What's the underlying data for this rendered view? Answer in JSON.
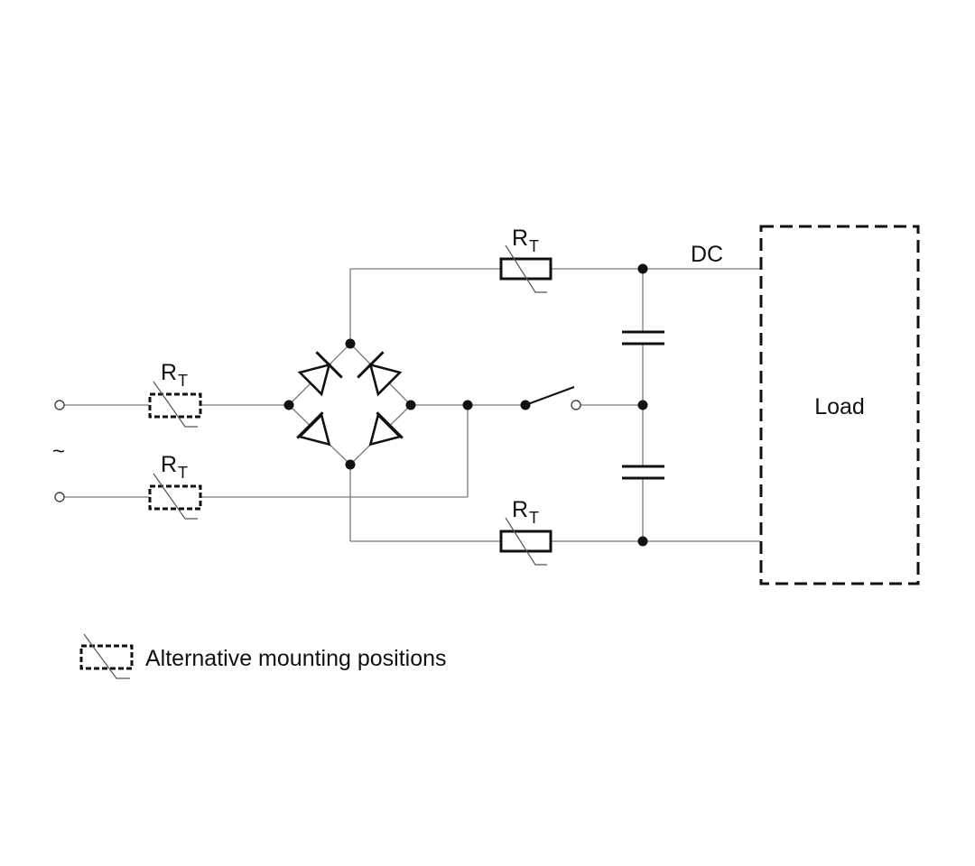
{
  "labels": {
    "rt_letter": "R",
    "rt_sub": "T",
    "dc": "DC",
    "load": "Load",
    "ac": "~",
    "legend": "Alternative mounting positions"
  },
  "colors": {
    "stroke": "#111111",
    "wire": "#7a7a7a",
    "background": "#ffffff"
  }
}
